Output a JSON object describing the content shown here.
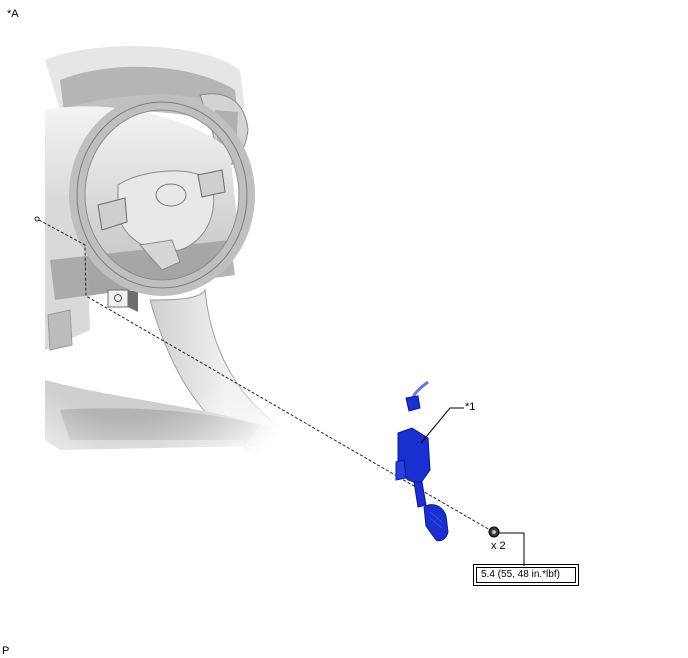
{
  "diagram": {
    "view_label": "*A",
    "footer_label": "P",
    "illustration": "vehicle-interior-driver-side",
    "parts": [
      {
        "id": "*1",
        "label": "*1",
        "color": "#1a2fd0"
      }
    ],
    "fastener": {
      "quantity_label": "x 2",
      "torque_spec": "5.4 (55, 48 in.*lbf)"
    },
    "colors": {
      "part_blue": "#1a2fd0",
      "part_blue_dark": "#0b1a8c",
      "interior_gray": "#cfcfcf",
      "line": "#000000"
    }
  }
}
